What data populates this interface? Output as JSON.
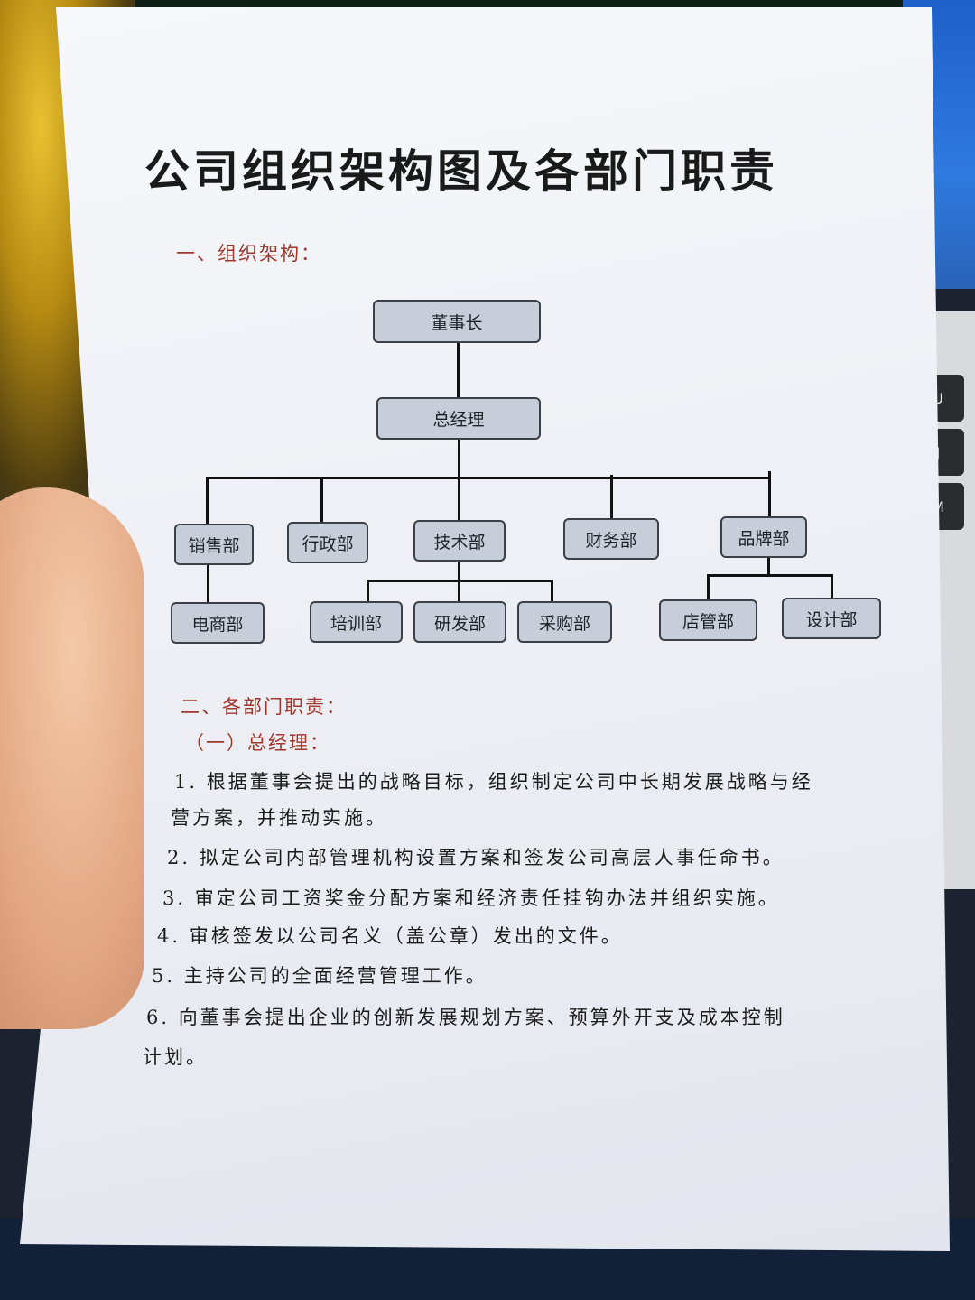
{
  "document": {
    "title": "公司组织架构图及各部门职责",
    "section1_heading": "一、组织架构：",
    "section2_heading": "二、各部门职责：",
    "subsection_heading": "（一）总经理：",
    "duties": [
      {
        "line1": "1. 根据董事会提出的战略目标，组织制定公司中长期发展战略与经",
        "line2": "营方案，并推动实施。"
      },
      {
        "line1": "2. 拟定公司内部管理机构设置方案和签发公司高层人事任命书。"
      },
      {
        "line1": "3. 审定公司工资奖金分配方案和经济责任挂钩办法并组织实施。"
      },
      {
        "line1": "4. 审核签发以公司名义（盖公章）发出的文件。"
      },
      {
        "line1": "5. 主持公司的全面经营管理工作。"
      },
      {
        "line1": "6. 向董事会提出企业的创新发展规划方案、预算外开支及成本控制",
        "line2": "计划。"
      }
    ]
  },
  "org_chart": {
    "chairman": "董事长",
    "general_manager": "总经理",
    "departments": [
      "销售部",
      "行政部",
      "技术部",
      "财务部",
      "品牌部"
    ],
    "sub_departments": {
      "sales": [
        "电商部"
      ],
      "tech": [
        "培训部",
        "研发部",
        "采购部"
      ],
      "brand": [
        "店管部",
        "设计部"
      ]
    }
  },
  "background": {
    "keyboard_keys": [
      "U",
      "J",
      "M"
    ]
  },
  "colors": {
    "node_fill": "#c7ced9",
    "node_border": "#3a3f48",
    "heading_red": "#a0372c",
    "paper": "#eef0f5"
  }
}
